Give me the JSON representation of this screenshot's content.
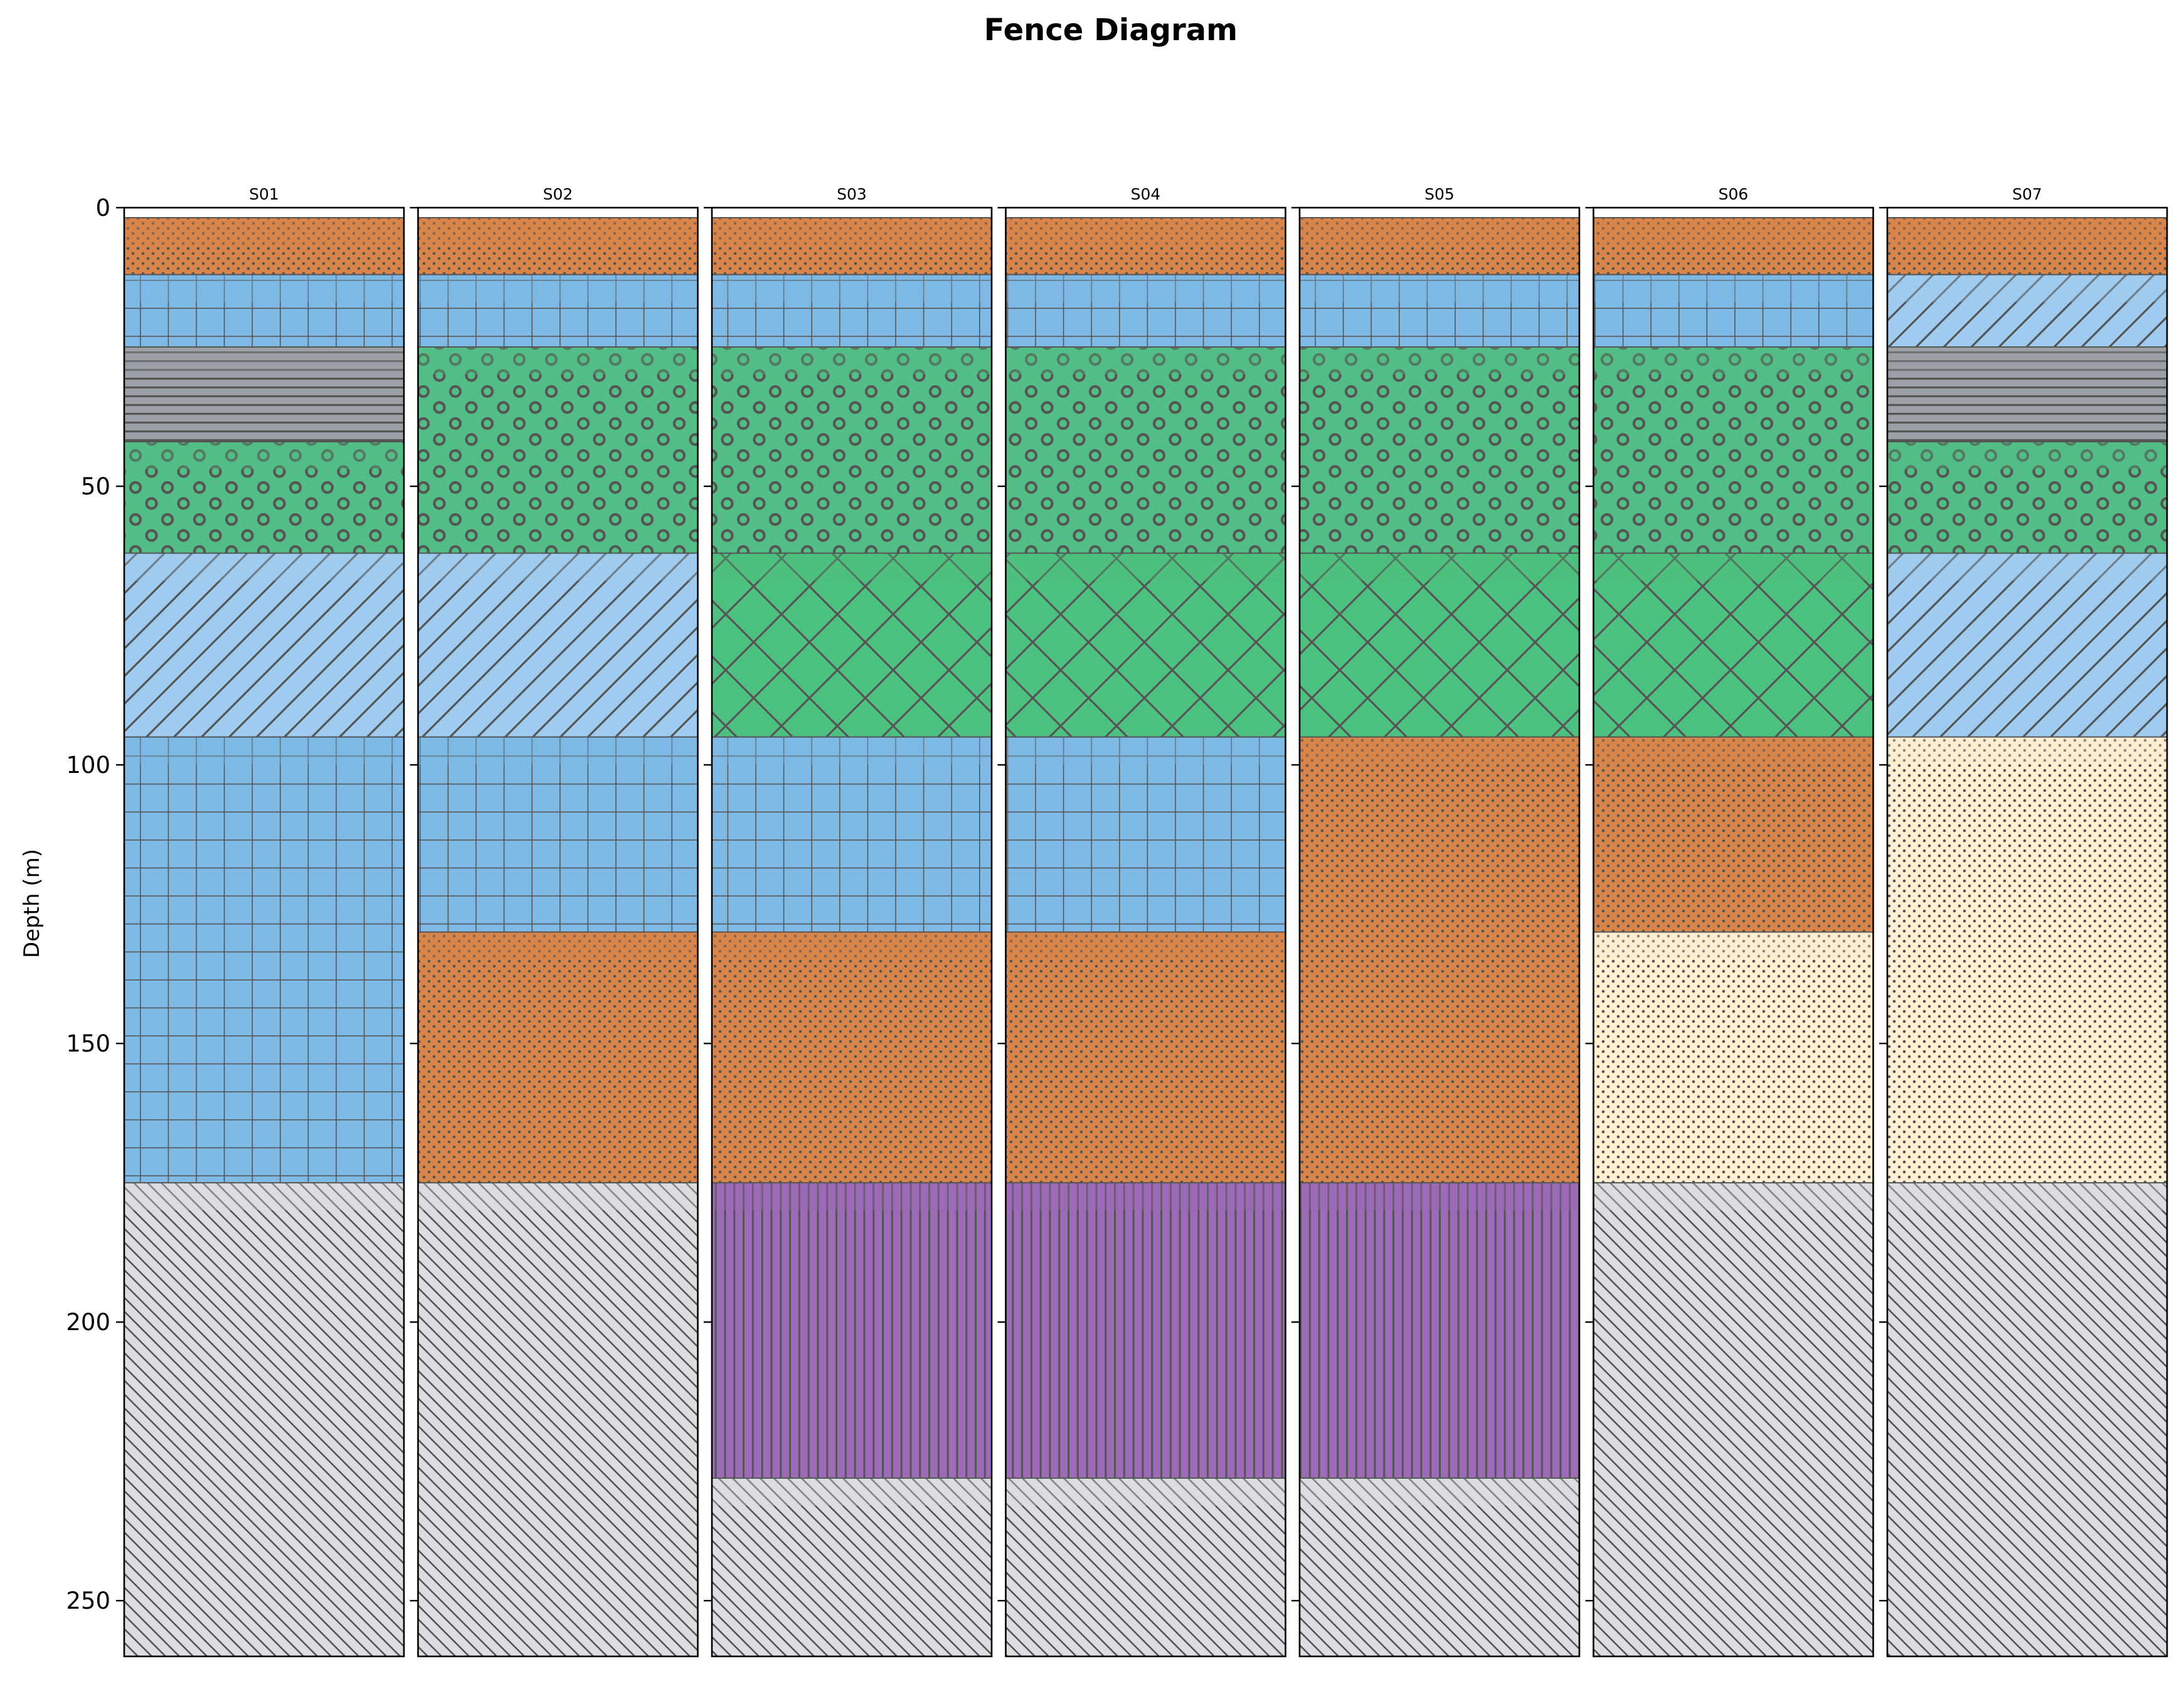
{
  "chart_data": {
    "type": "fence-diagram",
    "title": "Fence Diagram",
    "ylabel": "Depth (m)",
    "ylim": [
      260,
      0
    ],
    "yticks": [
      0,
      50,
      100,
      150,
      200,
      250
    ],
    "grid": false,
    "legend": "none",
    "lithologies": {
      "sand_orange": {
        "fill": "#d9854a",
        "hatch": "dots",
        "hatch_color": "#555555"
      },
      "limestone": {
        "fill": "#7fb9e6",
        "hatch": "grid",
        "hatch_color": "#555555"
      },
      "shale": {
        "fill": "#9aa0a6",
        "hatch": "hlines",
        "hatch_color": "#555555"
      },
      "conglomerate": {
        "fill": "#52bd84",
        "hatch": "circles",
        "hatch_color": "#555555"
      },
      "siltstone": {
        "fill": "#9ecbef",
        "hatch": "fdiag",
        "hatch_color": "#555555"
      },
      "dolomite": {
        "fill": "#4dc17f",
        "hatch": "crossdiag",
        "hatch_color": "#555555"
      },
      "granite": {
        "fill": "#9d6bb7",
        "hatch": "vlines",
        "hatch_color": "#555555"
      },
      "sand_light": {
        "fill": "#fdefd2",
        "hatch": "dots",
        "hatch_color": "#555555"
      },
      "bedrock": {
        "fill": "#dcdde0",
        "hatch": "bdiag",
        "hatch_color": "#555555"
      }
    },
    "columns": [
      {
        "name": "S01",
        "layers": [
          {
            "top": 0,
            "bottom": 12,
            "lith": "sand_orange"
          },
          {
            "top": 12,
            "bottom": 25,
            "lith": "limestone"
          },
          {
            "top": 25,
            "bottom": 42,
            "lith": "shale"
          },
          {
            "top": 42,
            "bottom": 62,
            "lith": "conglomerate"
          },
          {
            "top": 62,
            "bottom": 95,
            "lith": "siltstone"
          },
          {
            "top": 95,
            "bottom": 175,
            "lith": "limestone"
          },
          {
            "top": 175,
            "bottom": 260,
            "lith": "bedrock"
          }
        ]
      },
      {
        "name": "S02",
        "layers": [
          {
            "top": 0,
            "bottom": 12,
            "lith": "sand_orange"
          },
          {
            "top": 12,
            "bottom": 25,
            "lith": "limestone"
          },
          {
            "top": 25,
            "bottom": 62,
            "lith": "conglomerate"
          },
          {
            "top": 62,
            "bottom": 95,
            "lith": "siltstone"
          },
          {
            "top": 95,
            "bottom": 130,
            "lith": "limestone"
          },
          {
            "top": 130,
            "bottom": 175,
            "lith": "sand_orange"
          },
          {
            "top": 175,
            "bottom": 260,
            "lith": "bedrock"
          }
        ]
      },
      {
        "name": "S03",
        "layers": [
          {
            "top": 0,
            "bottom": 12,
            "lith": "sand_orange"
          },
          {
            "top": 12,
            "bottom": 25,
            "lith": "limestone"
          },
          {
            "top": 25,
            "bottom": 62,
            "lith": "conglomerate"
          },
          {
            "top": 62,
            "bottom": 95,
            "lith": "dolomite"
          },
          {
            "top": 95,
            "bottom": 130,
            "lith": "limestone"
          },
          {
            "top": 130,
            "bottom": 175,
            "lith": "sand_orange"
          },
          {
            "top": 175,
            "bottom": 228,
            "lith": "granite"
          },
          {
            "top": 228,
            "bottom": 260,
            "lith": "bedrock"
          }
        ]
      },
      {
        "name": "S04",
        "layers": [
          {
            "top": 0,
            "bottom": 12,
            "lith": "sand_orange"
          },
          {
            "top": 12,
            "bottom": 25,
            "lith": "limestone"
          },
          {
            "top": 25,
            "bottom": 62,
            "lith": "conglomerate"
          },
          {
            "top": 62,
            "bottom": 95,
            "lith": "dolomite"
          },
          {
            "top": 95,
            "bottom": 130,
            "lith": "limestone"
          },
          {
            "top": 130,
            "bottom": 175,
            "lith": "sand_orange"
          },
          {
            "top": 175,
            "bottom": 228,
            "lith": "granite"
          },
          {
            "top": 228,
            "bottom": 260,
            "lith": "bedrock"
          }
        ]
      },
      {
        "name": "S05",
        "layers": [
          {
            "top": 0,
            "bottom": 12,
            "lith": "sand_orange"
          },
          {
            "top": 12,
            "bottom": 25,
            "lith": "limestone"
          },
          {
            "top": 25,
            "bottom": 62,
            "lith": "conglomerate"
          },
          {
            "top": 62,
            "bottom": 95,
            "lith": "dolomite"
          },
          {
            "top": 95,
            "bottom": 175,
            "lith": "sand_orange"
          },
          {
            "top": 175,
            "bottom": 228,
            "lith": "granite"
          },
          {
            "top": 228,
            "bottom": 260,
            "lith": "bedrock"
          }
        ]
      },
      {
        "name": "S06",
        "layers": [
          {
            "top": 0,
            "bottom": 12,
            "lith": "sand_orange"
          },
          {
            "top": 12,
            "bottom": 25,
            "lith": "limestone"
          },
          {
            "top": 25,
            "bottom": 62,
            "lith": "conglomerate"
          },
          {
            "top": 62,
            "bottom": 95,
            "lith": "dolomite"
          },
          {
            "top": 95,
            "bottom": 130,
            "lith": "sand_orange"
          },
          {
            "top": 130,
            "bottom": 175,
            "lith": "sand_light"
          },
          {
            "top": 175,
            "bottom": 260,
            "lith": "bedrock"
          }
        ]
      },
      {
        "name": "S07",
        "layers": [
          {
            "top": 0,
            "bottom": 12,
            "lith": "sand_orange"
          },
          {
            "top": 12,
            "bottom": 25,
            "lith": "siltstone"
          },
          {
            "top": 25,
            "bottom": 42,
            "lith": "shale"
          },
          {
            "top": 42,
            "bottom": 62,
            "lith": "conglomerate"
          },
          {
            "top": 62,
            "bottom": 95,
            "lith": "siltstone"
          },
          {
            "top": 95,
            "bottom": 175,
            "lith": "sand_light"
          },
          {
            "top": 175,
            "bottom": 260,
            "lith": "bedrock"
          }
        ]
      }
    ]
  }
}
